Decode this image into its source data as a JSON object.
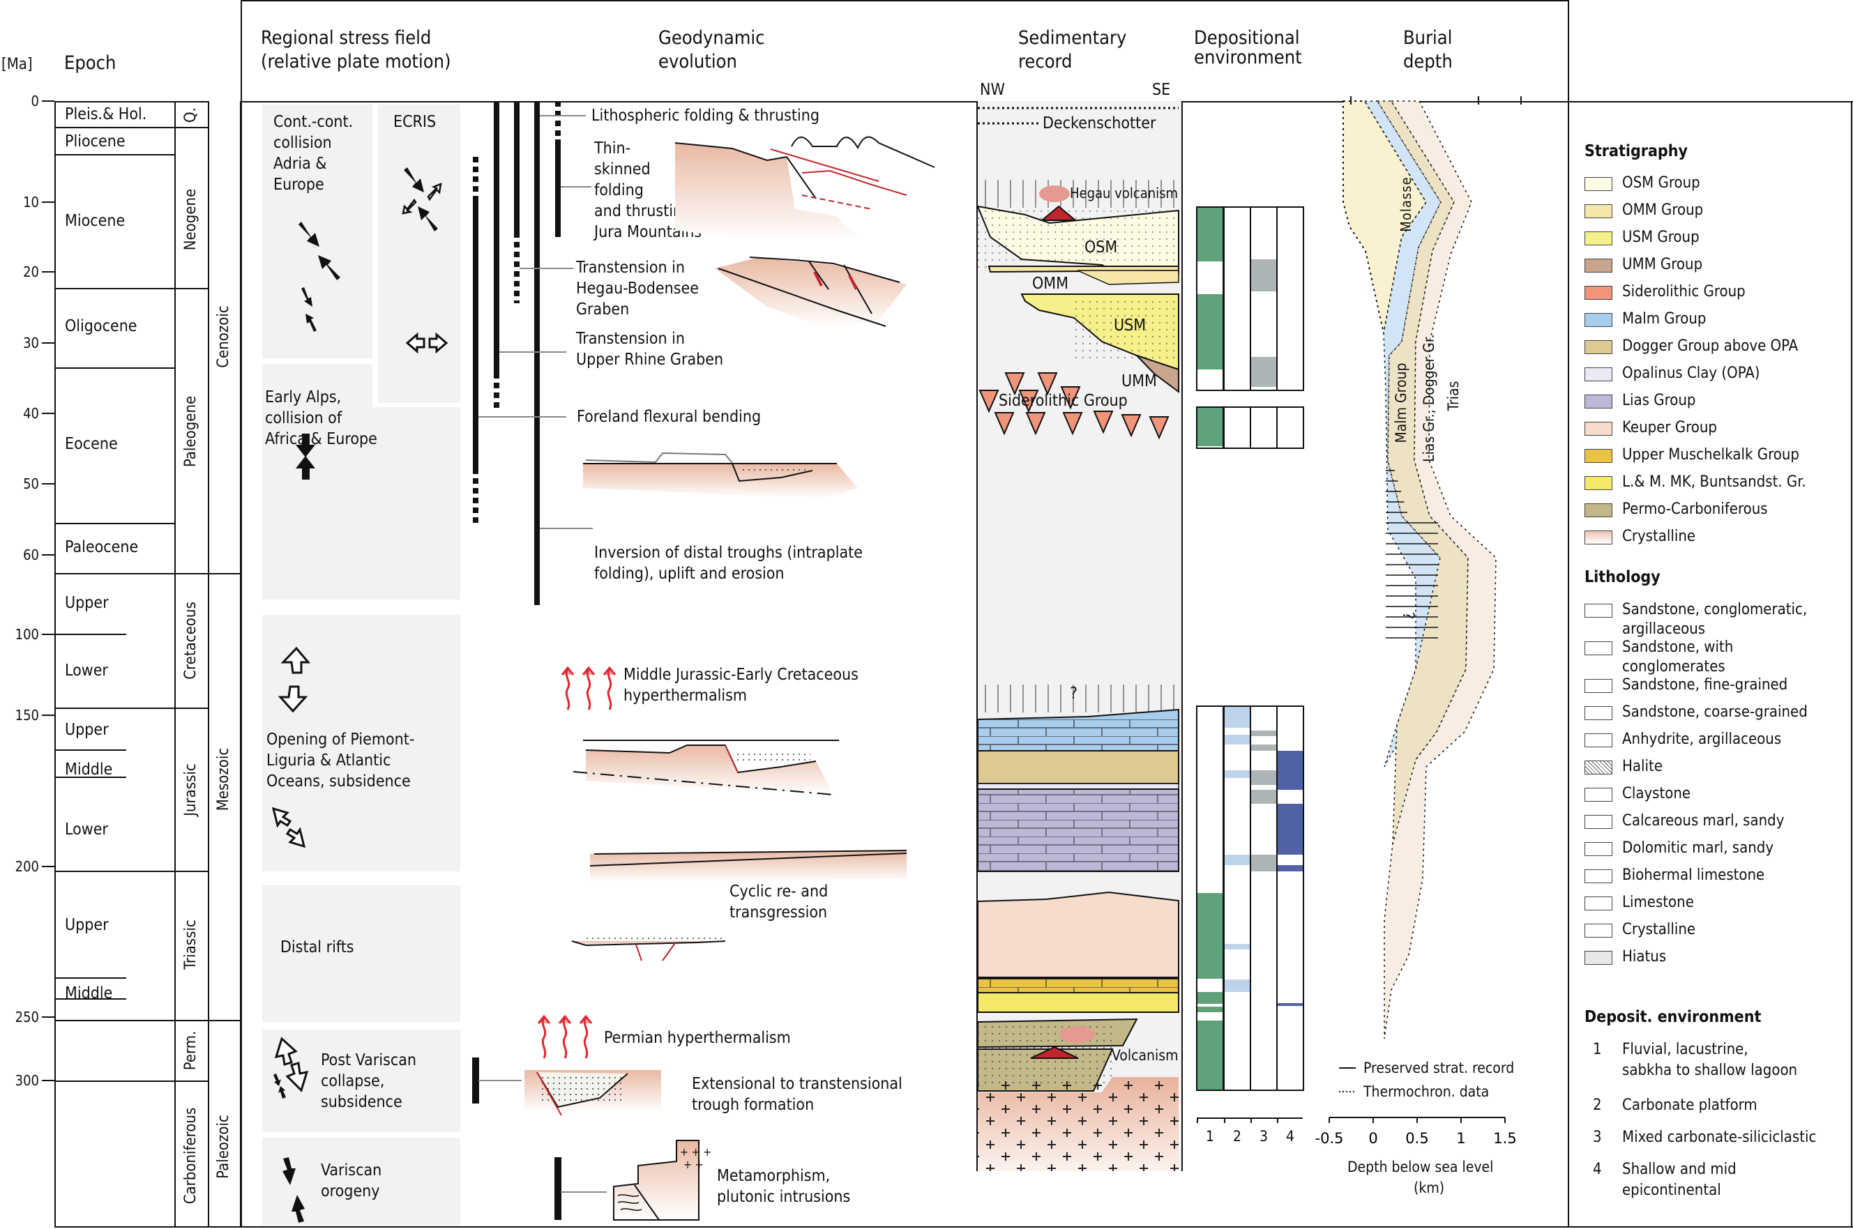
{
  "headers": {
    "ma": "[Ma]",
    "epoch": "Epoch",
    "stress": [
      "Regional stress field",
      "(relative plate motion)"
    ],
    "geodynamic": [
      "Geodynamic",
      "evolution"
    ],
    "sedimentary": [
      "Sedimentary",
      "record"
    ],
    "nw": "NW",
    "se": "SE",
    "depositional": [
      "Depositional",
      "environment"
    ],
    "burial": [
      "Burial",
      "depth"
    ]
  },
  "age_ticks": [
    {
      "label": "0",
      "ma": 0
    },
    {
      "label": "10",
      "ma": 10
    },
    {
      "label": "20",
      "ma": 20
    },
    {
      "label": "30",
      "ma": 30
    },
    {
      "label": "40",
      "ma": 40
    },
    {
      "label": "50",
      "ma": 50
    },
    {
      "label": "60",
      "ma": 60
    },
    {
      "label": "100",
      "ma": 100
    },
    {
      "label": "150",
      "ma": 150
    },
    {
      "label": "200",
      "ma": 200
    },
    {
      "label": "250",
      "ma": 250
    },
    {
      "label": "300",
      "ma": 300
    }
  ],
  "epochs": [
    {
      "label": "Pleis.& Hol."
    },
    {
      "label": "Pliocene"
    },
    {
      "label": "Miocene"
    },
    {
      "label": "Oligocene"
    },
    {
      "label": "Eocene"
    },
    {
      "label": "Paleocene"
    },
    {
      "label": "Upper"
    },
    {
      "label": "Lower"
    },
    {
      "label": "Upper"
    },
    {
      "label": "Middle"
    },
    {
      "label": "Lower"
    },
    {
      "label": "Upper"
    },
    {
      "label": "Middle"
    }
  ],
  "periods": [
    "Q.",
    "Neogene",
    "Paleogene",
    "Cretaceous",
    "Jurassic",
    "Triassic",
    "Perm.",
    "Carboniferous"
  ],
  "eras": [
    "Cenozoic",
    "Mesozoic",
    "Paleozoic"
  ],
  "stress_field": {
    "boxes": [
      {
        "text": [
          "Cont.-cont.",
          "collision",
          "Adria &",
          "Europe"
        ]
      },
      {
        "text": [
          "ECRIS"
        ]
      },
      {
        "text": [
          "Early Alps,",
          "collision of",
          "Africa & Europe"
        ]
      },
      {
        "text": [
          "Opening of Piemont-",
          "Liguria & Atlantic",
          "Oceans, subsidence"
        ]
      },
      {
        "text": [
          "Distal rifts"
        ]
      },
      {
        "text": [
          "Post Variscan",
          "collapse,",
          "subsidence"
        ]
      },
      {
        "text": [
          "Variscan",
          "orogeny"
        ]
      }
    ]
  },
  "geodynamic_events": [
    {
      "text": [
        "Lithospheric folding & thrusting"
      ]
    },
    {
      "text": [
        "Thin-",
        "skinned",
        "folding",
        "and thrusting",
        "Jura Mountains"
      ]
    },
    {
      "text": [
        "Transtension in",
        "Hegau-Bodensee",
        "Graben"
      ]
    },
    {
      "text": [
        "Transtension in",
        "Upper Rhine Graben"
      ]
    },
    {
      "text": [
        "Foreland flexural bending"
      ]
    },
    {
      "text": [
        "Inversion of distal troughs (intraplate",
        "folding), uplift and erosion"
      ]
    },
    {
      "text": [
        "Middle Jurassic-Early Cretaceous",
        "hyperthermalism"
      ]
    },
    {
      "text": [
        "Cyclic re- and",
        "transgression"
      ]
    },
    {
      "text": [
        "Permian hyperthermalism"
      ]
    },
    {
      "text": [
        "Extensional to transtensional",
        "trough formation"
      ]
    },
    {
      "text": [
        "Metamorphism,",
        "plutonic intrusions"
      ]
    }
  ],
  "sedimentary_labels": {
    "deckenschotter": "Deckenschotter",
    "hegau": "Hegau volcanism",
    "osm": "OSM",
    "omm": "OMM",
    "usm": "USM",
    "umm": "UMM",
    "siderolithic": "Siderolithic Group",
    "question": "?",
    "volcanism": "Volcanism"
  },
  "depositional_axis": [
    "1",
    "2",
    "3",
    "4"
  ],
  "burial": {
    "labels": {
      "molasse": "Molasse",
      "malm": "Malm Group",
      "lias_dogger": "Lias Gr., Dogger Gr.",
      "trias": "Trias",
      "question": "?"
    },
    "axis_ticks": [
      "-0.5",
      "0",
      "0.5",
      "1",
      "1.5"
    ],
    "axis_title": [
      "Depth below sea level",
      "(km)"
    ],
    "key": [
      {
        "style": "solid",
        "label": "Preserved strat. record"
      },
      {
        "style": "dotted",
        "label": "Thermochron. data"
      }
    ]
  },
  "legend": {
    "stratigraphy_title": "Stratigraphy",
    "stratigraphy": [
      {
        "label": "OSM Group",
        "color": "#fdfbe4"
      },
      {
        "label": "OMM Group",
        "color": "#f6e7a8"
      },
      {
        "label": "USM Group",
        "color": "#f5f08a"
      },
      {
        "label": "UMM Group",
        "color": "#c9a58e"
      },
      {
        "label": "Siderolithic Group",
        "color": "#f0947a"
      },
      {
        "label": "Malm Group",
        "color": "#a9cdec"
      },
      {
        "label": "Dogger Group above OPA",
        "color": "#ddca93"
      },
      {
        "label": "Opalinus Clay (OPA)",
        "color": "#ebe9f4"
      },
      {
        "label": "Lias Group",
        "color": "#bdb8d8"
      },
      {
        "label": "Keuper Group",
        "color": "#f5dccb"
      },
      {
        "label": "Upper Muschelkalk Group",
        "color": "#e9c444"
      },
      {
        "label": "L.& M. MK, Buntsandst. Gr.",
        "color": "#f4e968"
      },
      {
        "label": "Permo-Carboniferous",
        "color": "#c3b888"
      },
      {
        "label": "Crystalline",
        "color": "#efc4b0"
      }
    ],
    "lithology_title": "Lithology",
    "lithology": [
      {
        "label": [
          "Sandstone, conglomeratic,",
          "argillaceous"
        ],
        "pattern": "sand-congl-argil"
      },
      {
        "label": [
          "Sandstone, with",
          "conglomerates"
        ],
        "pattern": "sand-congl"
      },
      {
        "label": [
          "Sandstone, fine-grained"
        ],
        "pattern": "sand-fine"
      },
      {
        "label": [
          "Sandstone, coarse-grained"
        ],
        "pattern": "sand-coarse"
      },
      {
        "label": [
          "Anhydrite, argillaceous"
        ],
        "pattern": "anhydrite"
      },
      {
        "label": [
          "Halite"
        ],
        "pattern": "halite"
      },
      {
        "label": [
          "Claystone"
        ],
        "pattern": "claystone"
      },
      {
        "label": [
          "Calcareous marl, sandy"
        ],
        "pattern": "calc-marl"
      },
      {
        "label": [
          "Dolomitic marl, sandy"
        ],
        "pattern": "dolo-marl"
      },
      {
        "label": [
          "Biohermal limestone"
        ],
        "pattern": "biohermal"
      },
      {
        "label": [
          "Limestone"
        ],
        "pattern": "limestone"
      },
      {
        "label": [
          "Crystalline"
        ],
        "pattern": "crystalline"
      },
      {
        "label": [
          "Hiatus"
        ],
        "pattern": "hiatus"
      }
    ],
    "deposit_title": "Deposit. environment",
    "deposit": [
      {
        "num": "1",
        "label": [
          "Fluvial, lacustrine,",
          "sabkha to shallow lagoon"
        ]
      },
      {
        "num": "2",
        "label": [
          "Carbonate platform"
        ]
      },
      {
        "num": "3",
        "label": [
          "Mixed carbonate-siliciclastic"
        ]
      },
      {
        "num": "4",
        "label": [
          "Shallow and mid",
          "epicontinental"
        ]
      }
    ]
  },
  "colors": {
    "env_green": "#5fa27a",
    "env_lightblue": "#bed4ea",
    "env_grey": "#adb4b6",
    "env_darkblue": "#5061a5",
    "hiatus": "#f2f2f2",
    "crystalline": "#efc4b0",
    "red": "#c0262c"
  }
}
